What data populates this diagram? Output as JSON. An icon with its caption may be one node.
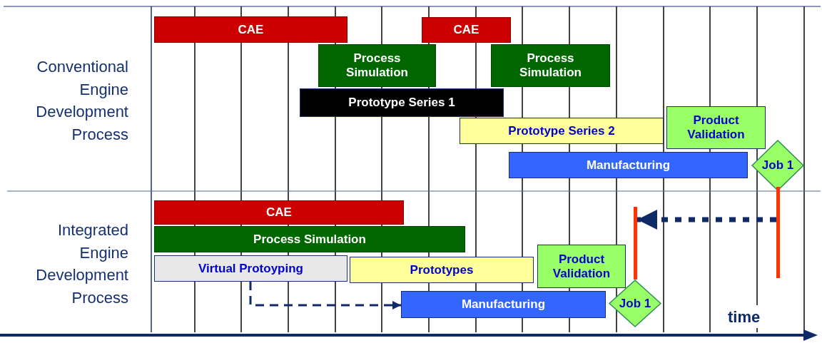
{
  "diagram": {
    "nodes": [
      {
        "text": [
          "CAE"
        ]
      },
      {
        "text": [
          "CAE"
        ]
      },
      {
        "text": [
          "Process Simulation"
        ]
      },
      {
        "text": [
          "Process Simulation"
        ]
      },
      {
        "text": [
          "Prototype Series 1"
        ]
      },
      {
        "text": [
          "Prototype Series 2"
        ]
      },
      {
        "text": [
          "Product Validation"
        ]
      },
      {
        "text": [
          "Manufacturing"
        ]
      },
      {
        "text": [
          "Job 1"
        ]
      },
      {
        "text": [
          "CAE"
        ]
      },
      {
        "text": [
          "Process Simulation"
        ]
      },
      {
        "text": [
          "Virtual Protoyping"
        ]
      },
      {
        "text": [
          "Prototypes"
        ]
      },
      {
        "text": [
          "Product Validation"
        ]
      },
      {
        "text": [
          "Manufacturing"
        ]
      },
      {
        "text": [
          "Job 1"
        ]
      },
      {
        "text": [],
        "shape": "bar"
      },
      {
        "text": [],
        "shape": "bar"
      }
    ],
    "edges": [
      {
        "from": 17,
        "to": 16,
        "arrow": "to",
        "style": "dashed"
      },
      {
        "from": 11,
        "to": 14,
        "arrow": "to",
        "style": "dashed"
      }
    ],
    "labels": [
      "Conventional Engine Development Process",
      "Integrated Engine Development Process",
      "time"
    ]
  }
}
